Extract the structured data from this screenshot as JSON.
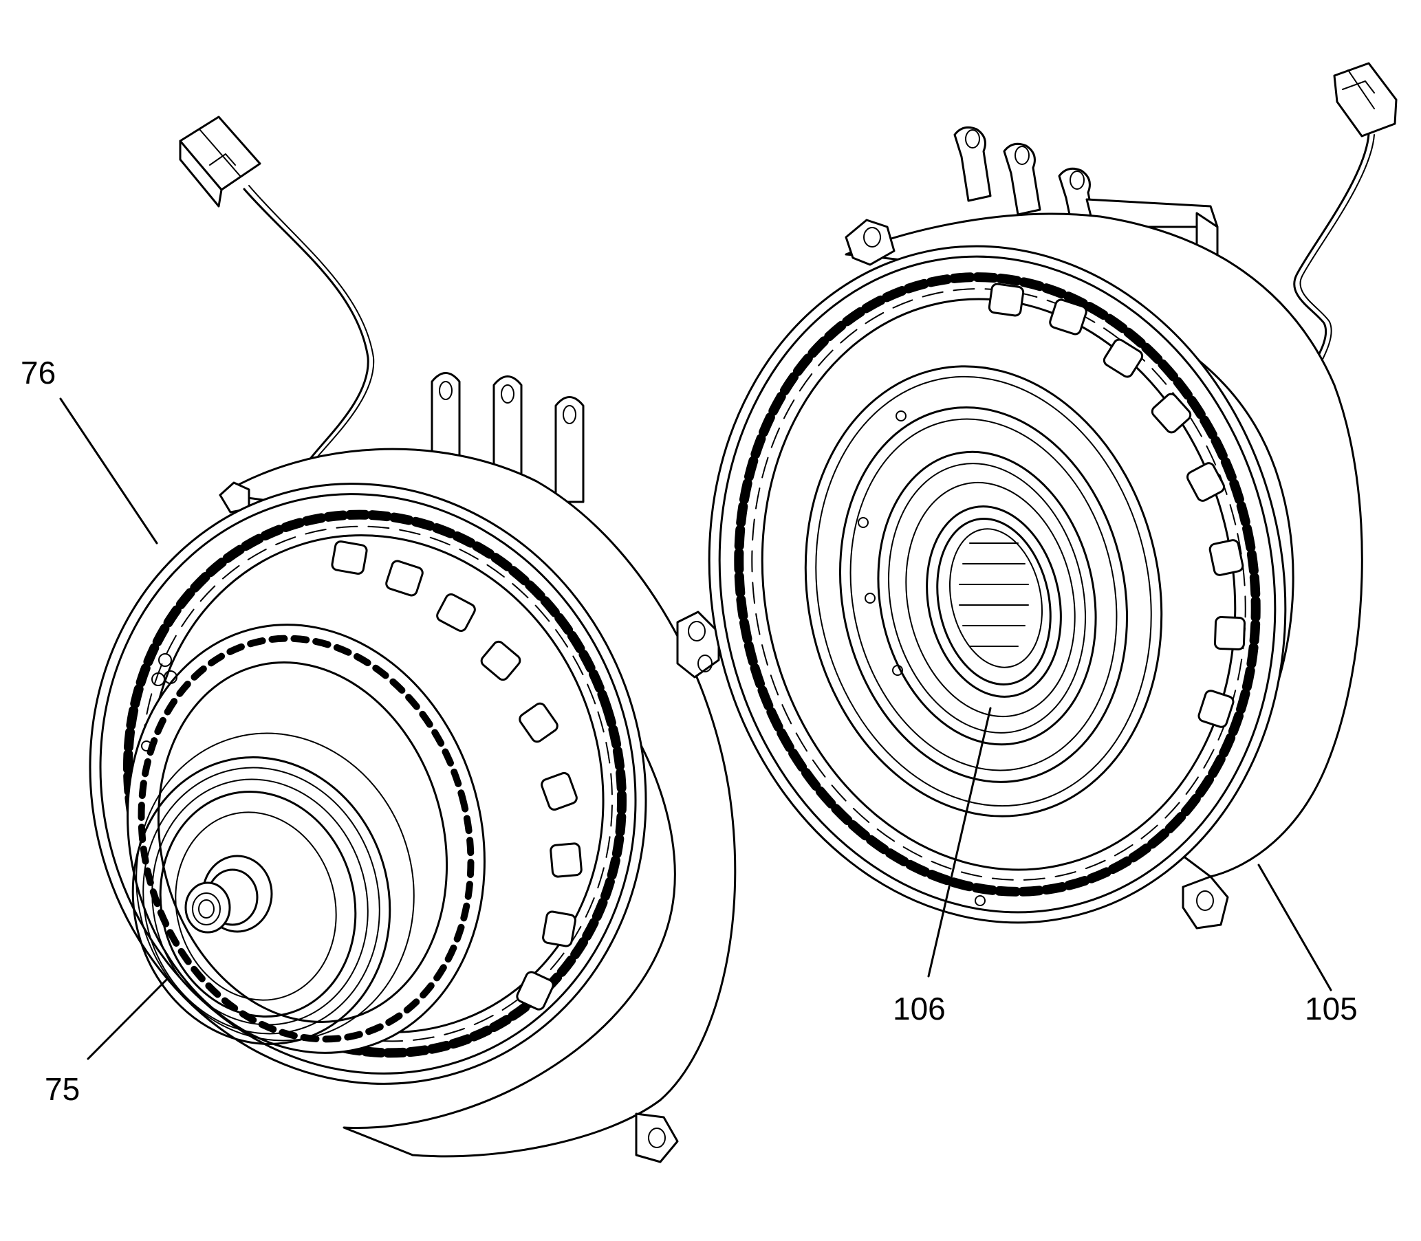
{
  "callouts": {
    "c76": "76",
    "c75": "75",
    "c106": "106",
    "c105": "105"
  },
  "colors": {
    "line": "#000000",
    "background": "#ffffff"
  }
}
